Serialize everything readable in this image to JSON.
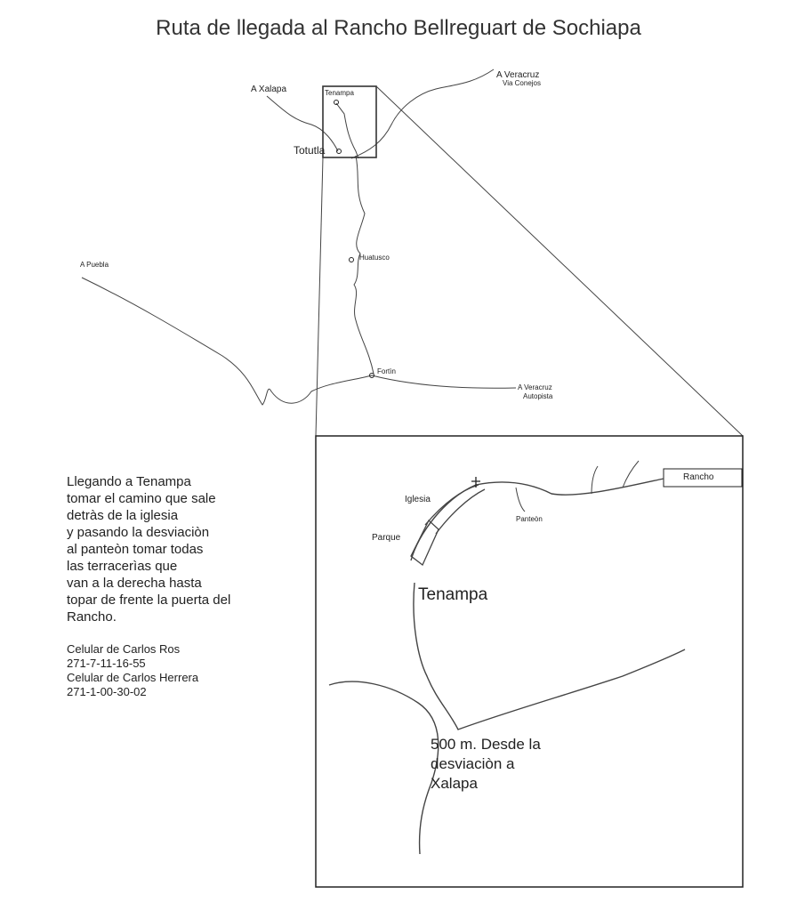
{
  "title": "Ruta de llegada al Rancho Bellreguart de Sochiapa",
  "overview_map": {
    "a_xalapa": "A Xalapa",
    "tenampa": "Tenampa",
    "totutla": "Totutla",
    "a_veracruz_north": "A Veracruz",
    "via_conejos": "Via Conejos",
    "huatusco": "Huatusco",
    "a_puebla": "A Puebla",
    "fortin": "Fortìn",
    "a_veracruz_south": "A Veracruz",
    "autopista": "Autopista"
  },
  "inset_map": {
    "iglesia": "Iglesia",
    "parque": "Parque",
    "panteon": "Panteòn",
    "rancho": "Rancho",
    "tenampa": "Tenampa",
    "distance_note_1": "500 m. Desde la",
    "distance_note_2": "desviaciòn a",
    "distance_note_3": "Xalapa"
  },
  "directions": {
    "text": "Llegando a Tenampa\ntomar el camino que sale\ndetràs de la iglesia\ny pasando la desviaciòn\nal panteòn tomar todas\nlas terracerìas que\nvan a la derecha hasta\ntopar de frente la puerta del\nRancho."
  },
  "contacts": [
    {
      "label": "Celular de Carlos Ros",
      "phone": "271-7-11-16-55"
    },
    {
      "label": "Celular de Carlos Herrera",
      "phone": "271-1-00-30-02"
    }
  ]
}
